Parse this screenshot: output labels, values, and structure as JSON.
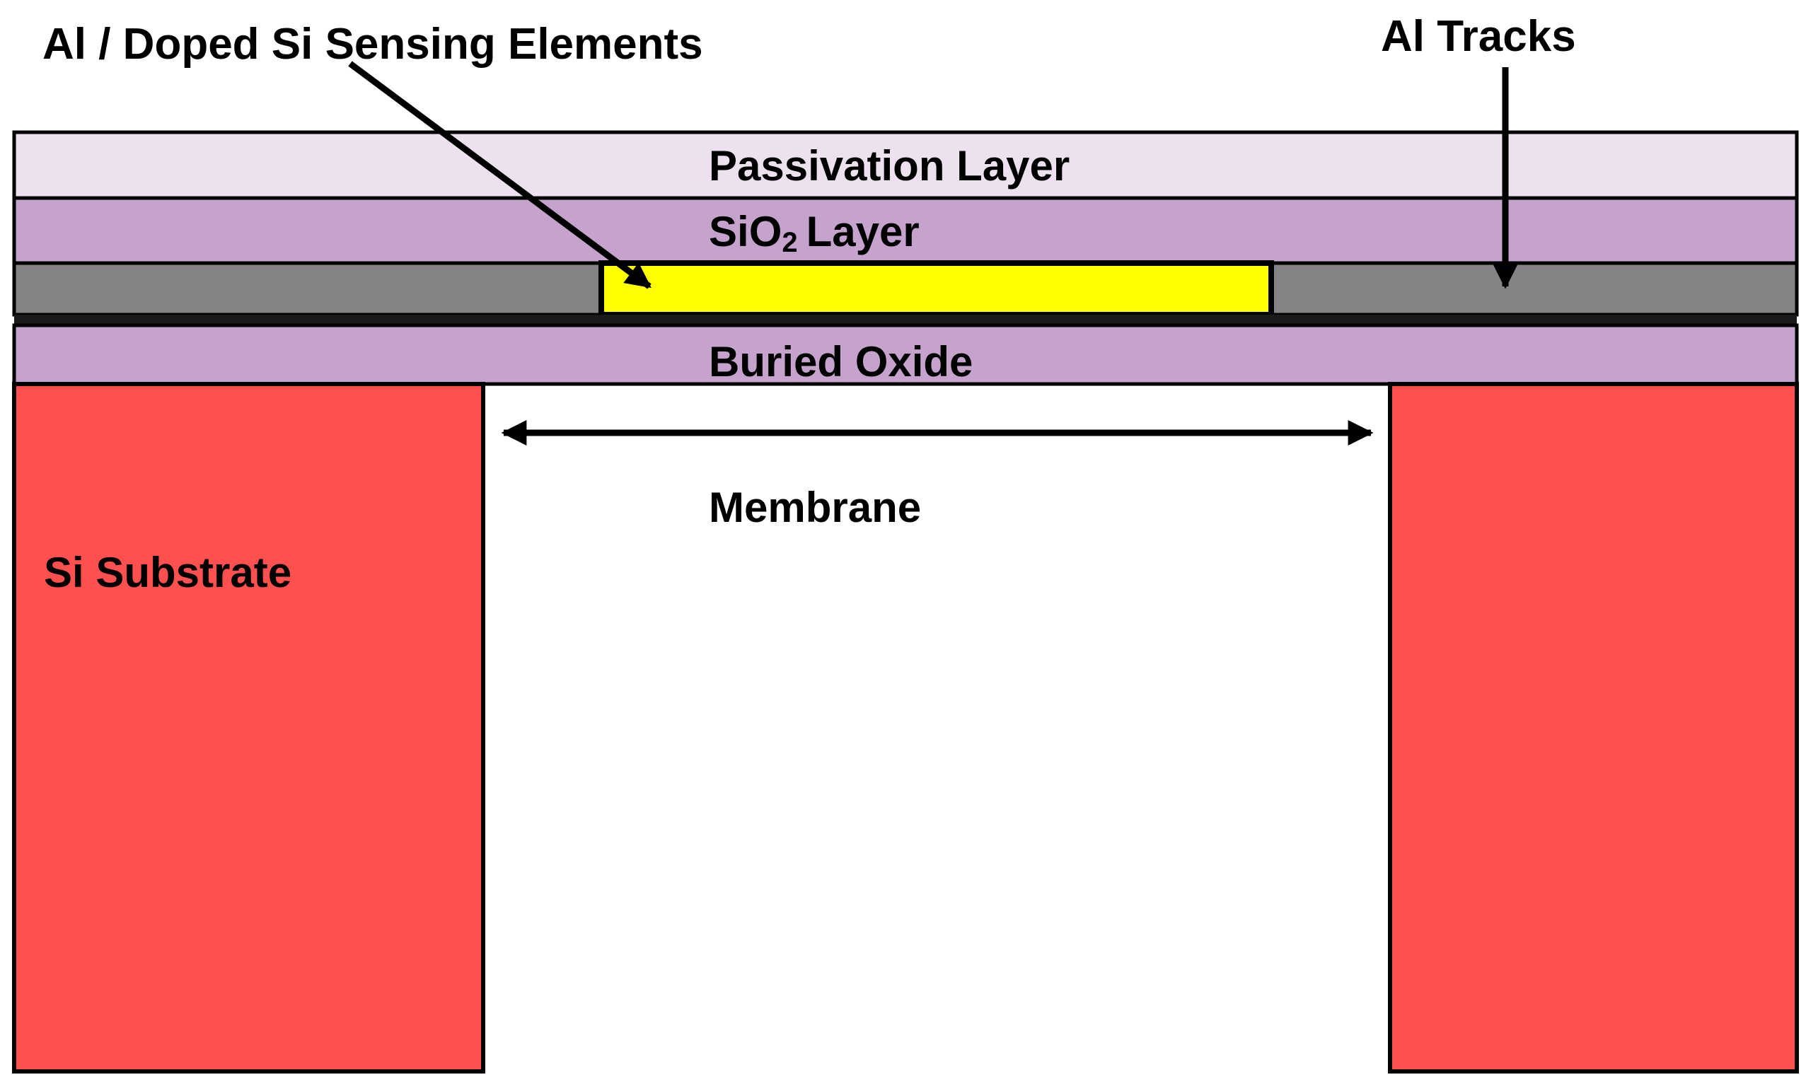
{
  "labels": {
    "sensing_elements": "Al / Doped Si Sensing Elements",
    "al_tracks": "Al Tracks",
    "passivation": "Passivation Layer",
    "sio2_prefix": "SiO",
    "sio2_subscript": "2",
    "sio2_suffix": "Layer",
    "buried_oxide": "Buried Oxide",
    "membrane": "Membrane",
    "substrate": "Si Substrate"
  },
  "colors": {
    "passivation": "#ede1ef",
    "sio2": "#c5a3cd",
    "tracks": "#848484",
    "sensing": "#ffff00",
    "buried_oxide": "#c5a3cd",
    "substrate": "#ff5050",
    "outline": "#000000"
  }
}
